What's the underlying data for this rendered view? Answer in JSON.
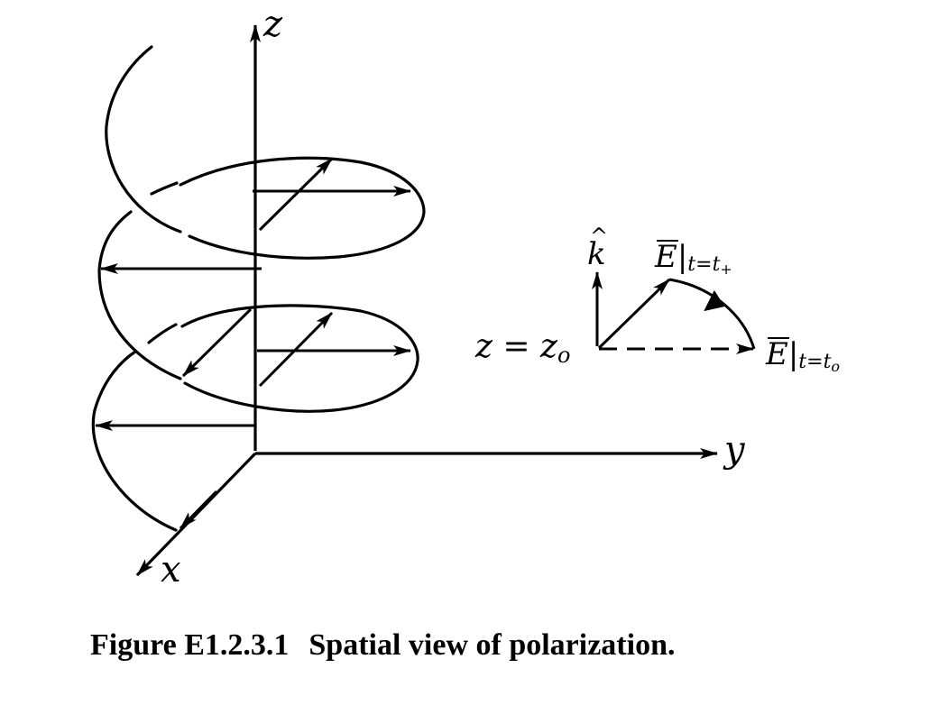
{
  "axes": {
    "z_label": "z",
    "y_label": "y",
    "x_label": "x"
  },
  "inset": {
    "plane_label": "z = z",
    "plane_sub": "o",
    "k_label": "k",
    "k_hat": "^",
    "e_symbol": "E",
    "e_plus_sub": "t=t",
    "e_plus_subsub": "+",
    "e_o_sub": "t=t",
    "e_o_subsub": "o"
  },
  "caption": {
    "number": "Figure E1.2.3.1",
    "text": "Spatial view of polarization."
  }
}
